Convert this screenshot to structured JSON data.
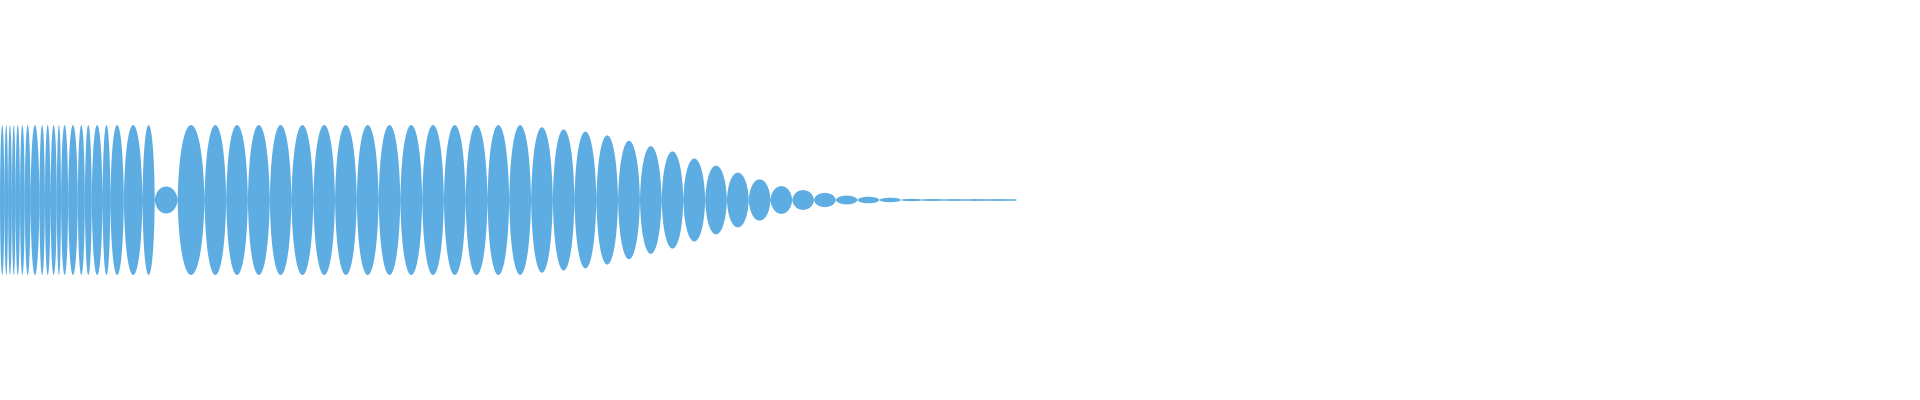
{
  "chart_data": {
    "type": "area",
    "title": "",
    "xlabel": "",
    "ylabel": "",
    "grid": false,
    "color": "#5dade2",
    "xlim": [
      0,
      1
    ],
    "ylim": [
      -1,
      1
    ],
    "signal_end": 0.53,
    "envelope": [
      {
        "t": 0.0,
        "amp": 1.0
      },
      {
        "t": 0.27,
        "amp": 1.0
      },
      {
        "t": 0.31,
        "amp": 0.9
      },
      {
        "t": 0.35,
        "amp": 0.65
      },
      {
        "t": 0.38,
        "amp": 0.4
      },
      {
        "t": 0.41,
        "amp": 0.16
      },
      {
        "t": 0.44,
        "amp": 0.06
      },
      {
        "t": 0.475,
        "amp": 0.015
      },
      {
        "t": 0.53,
        "amp": 0.005
      }
    ],
    "lobes": [
      0.0,
      0.0023,
      0.0042,
      0.0062,
      0.0081,
      0.0104,
      0.0129,
      0.0159,
      0.0205,
      0.0234,
      0.0263,
      0.0296,
      0.0318,
      0.0355,
      0.0405,
      0.0442,
      0.0478,
      0.0534,
      0.0575,
      0.0645,
      0.0742,
      0.0806,
      0.0925,
      0.1065,
      0.1178,
      0.1291,
      0.1405,
      0.1518,
      0.1632,
      0.1745,
      0.1858,
      0.1972,
      0.2085,
      0.2199,
      0.2312,
      0.2425,
      0.2539,
      0.2652,
      0.2766,
      0.2879,
      0.2992,
      0.3106,
      0.3219,
      0.3333,
      0.3446,
      0.3559,
      0.3673,
      0.3786,
      0.39,
      0.4013,
      0.4126,
      0.424,
      0.4353,
      0.4467,
      0.458,
      0.4693,
      0.4807,
      0.492,
      0.5033,
      0.5147,
      0.526
    ]
  }
}
